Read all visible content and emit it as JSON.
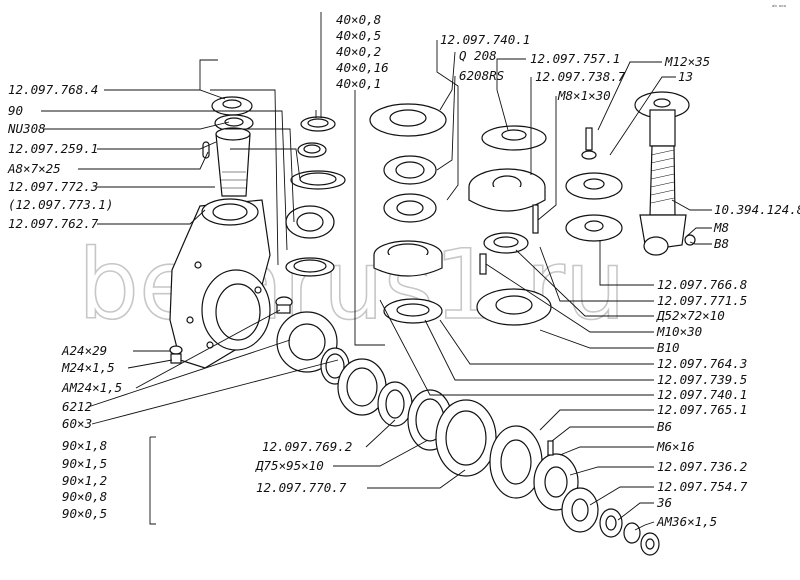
{
  "corner_mark": "ᵃᵇ ᵒᵒᵒ",
  "watermark": "belarus1.ru",
  "labels": {
    "l_768_4": "12.097.768.4",
    "l_90": "90",
    "l_nu308": "NU308",
    "l_259_1": "12.097.259.1",
    "l_a8": "A8×7×25",
    "l_772_3": "12.097.772.3",
    "l_773_1": "(12.097.773.1)",
    "l_762_7": "12.097.762.7",
    "l_40_08": "40×0,8",
    "l_40_05": "40×0,5",
    "l_40_02": "40×0,2",
    "l_40_016": "40×0,16",
    "l_40_01": "40×0,1",
    "l_740_1_top": "12.097.740.1",
    "l_q208": "Q 208",
    "l_6208rs": "6208RS",
    "l_757_1": "12.097.757.1",
    "l_738_7": "12.097.738.7",
    "l_m8x30": "M8×1×30",
    "l_m12x35": "M12×35",
    "l_13": "13",
    "l_10_394": "10.394.124.8",
    "l_m8": "M8",
    "l_b8": "B8",
    "l_766_8": "12.097.766.8",
    "l_771_5": "12.097.771.5",
    "l_d52": "Д52×72×10",
    "l_m10x30": "M10×30",
    "l_b10": "B10",
    "l_764_3": "12.097.764.3",
    "l_739_5": "12.097.739.5",
    "l_740_1_mid": "12.097.740.1",
    "l_765_1": "12.097.765.1",
    "l_b6": "B6",
    "l_m6x16": "M6×16",
    "l_736_2": "12.097.736.2",
    "l_754_7": "12.097.754.7",
    "l_36": "36",
    "l_am36": "AM36×1,5",
    "l_a24x29": "A24×29",
    "l_m24": "M24×1,5",
    "l_am24": "AM24×1,5",
    "l_6212": "6212",
    "l_60x3": "60×3",
    "l_90_18": "90×1,8",
    "l_90_15": "90×1,5",
    "l_90_12": "90×1,2",
    "l_90_08": "90×0,8",
    "l_90_05": "90×0,5",
    "l_769_2": "12.097.769.2",
    "l_d75": "Д75×95×10",
    "l_770_7": "12.097.770.7"
  }
}
